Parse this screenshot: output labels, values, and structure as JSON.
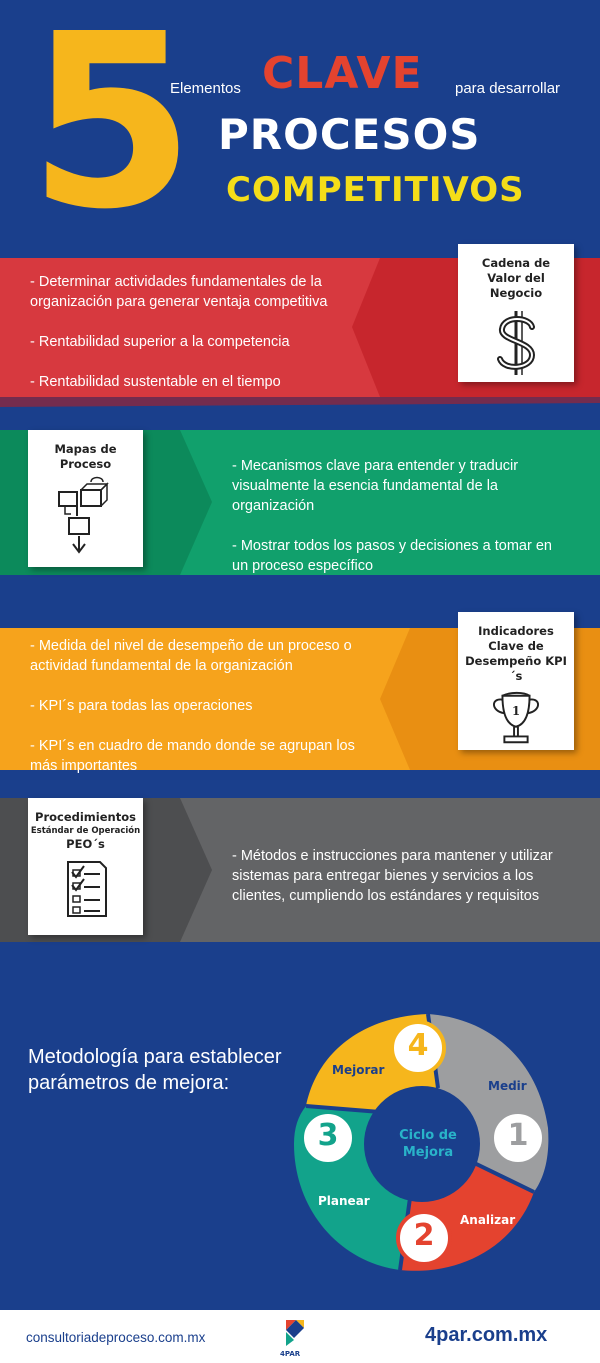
{
  "header": {
    "number": "5",
    "pre": "Elementos",
    "clave": "CLAVE",
    "post": "para desarrollar",
    "line2": "PROCESOS",
    "line3": "COMPETITIVOS"
  },
  "colors": {
    "background": "#1a3f8c",
    "yellow": "#f6b61c",
    "red": "#d7393f",
    "green": "#11a06c",
    "orange": "#f6a31c",
    "gray": "#636466"
  },
  "sections": [
    {
      "title": "Cadena de Valor del Negocio",
      "icon": "dollar-icon",
      "bullets": [
        "- Determinar actividades fundamentales de la organización para generar ventaja competitiva",
        "- Rentabilidad superior a la competencia",
        "- Rentabilidad sustentable en el tiempo"
      ]
    },
    {
      "title": "Mapas de Proceso",
      "icon": "flowchart-icon",
      "bullets": [
        "- Mecanismos clave para entender y traducir visualmente la esencia fundamental de la organización",
        "- Mostrar todos los pasos y decisiones a tomar en un proceso específico"
      ]
    },
    {
      "title": "Indicadores Clave de Desempeño KPI´s",
      "icon": "trophy-icon",
      "trophy_label": "1",
      "bullets": [
        "- Medida del nivel de desempeño de un proceso o actividad fundamental de la organización",
        "- KPI´s para todas las operaciones",
        "- KPI´s en cuadro de mando donde se agrupan los más importantes"
      ]
    },
    {
      "title": "Procedimientos",
      "subtitle": "Estándar de Operación",
      "title2": "PEO´s",
      "icon": "checklist-icon",
      "bullets": [
        "- Métodos e instrucciones para mantener y utilizar sistemas para entregar bienes y servicios a los clientes, cumpliendo los estándares y requisitos"
      ]
    }
  ],
  "method": {
    "text": "Metodología para establecer parámetros de mejora:",
    "center": "Ciclo de Mejora",
    "steps": [
      {
        "number": "1",
        "label": "Medir",
        "color": "#9d9ea0"
      },
      {
        "number": "2",
        "label": "Analizar",
        "color": "#e4432f"
      },
      {
        "number": "3",
        "label": "Planear",
        "color": "#12a38b"
      },
      {
        "number": "4",
        "label": "Mejorar",
        "color": "#f6b61c"
      }
    ]
  },
  "footer": {
    "left": "consultoriadeproceso.com.mx",
    "logo": "4PAR",
    "right": "4par.com.mx"
  }
}
